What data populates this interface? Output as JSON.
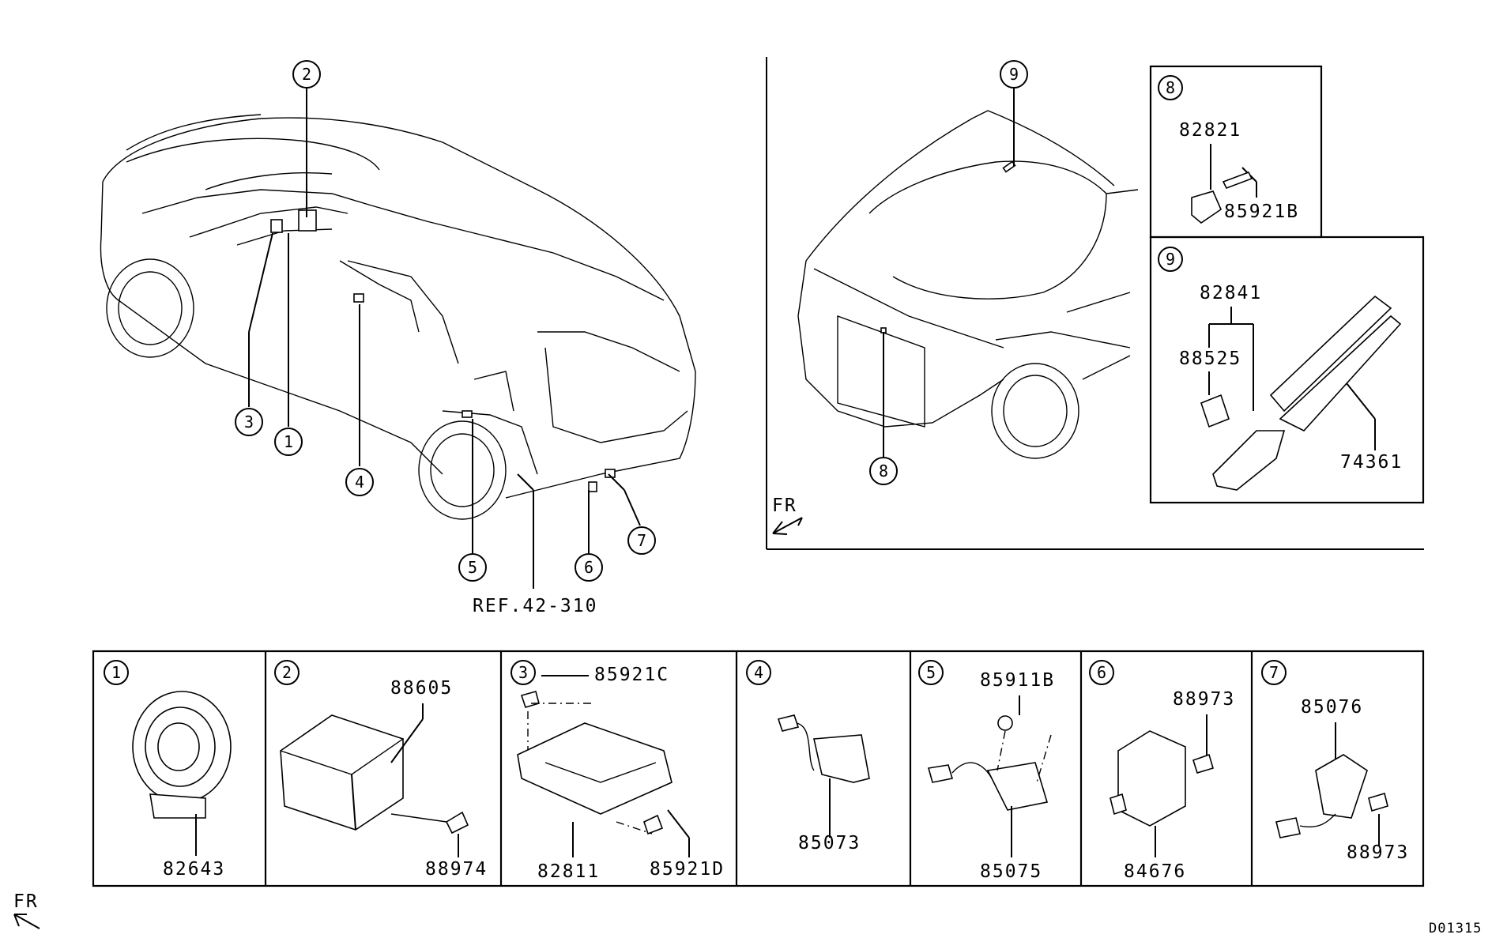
{
  "callouts": {
    "c1": "1",
    "c2": "2",
    "c3": "3",
    "c4": "4",
    "c5": "5",
    "c6": "6",
    "c7": "7",
    "c8": "8",
    "c9": "9"
  },
  "main_view": {
    "ref_label": "REF.42-310"
  },
  "front_view": {
    "fr_label": "FR"
  },
  "detail_boxes": {
    "box8": {
      "parts": [
        "82821",
        "85921B"
      ]
    },
    "box9": {
      "parts": [
        "82841",
        "88525",
        "74361"
      ]
    },
    "panel1": {
      "parts": [
        "82643"
      ]
    },
    "panel2": {
      "parts": [
        "88605",
        "88974"
      ]
    },
    "panel3": {
      "parts": [
        "85921C",
        "82811",
        "85921D"
      ]
    },
    "panel4": {
      "parts": [
        "85073"
      ]
    },
    "panel5": {
      "parts": [
        "85911B",
        "85075"
      ]
    },
    "panel6": {
      "parts": [
        "88973",
        "84676"
      ]
    },
    "panel7": {
      "parts": [
        "85076",
        "88973"
      ]
    }
  },
  "footer": {
    "fr_label": "FR",
    "diagram_code": "D01315"
  },
  "icons": [
    "fr-arrow-icon"
  ]
}
